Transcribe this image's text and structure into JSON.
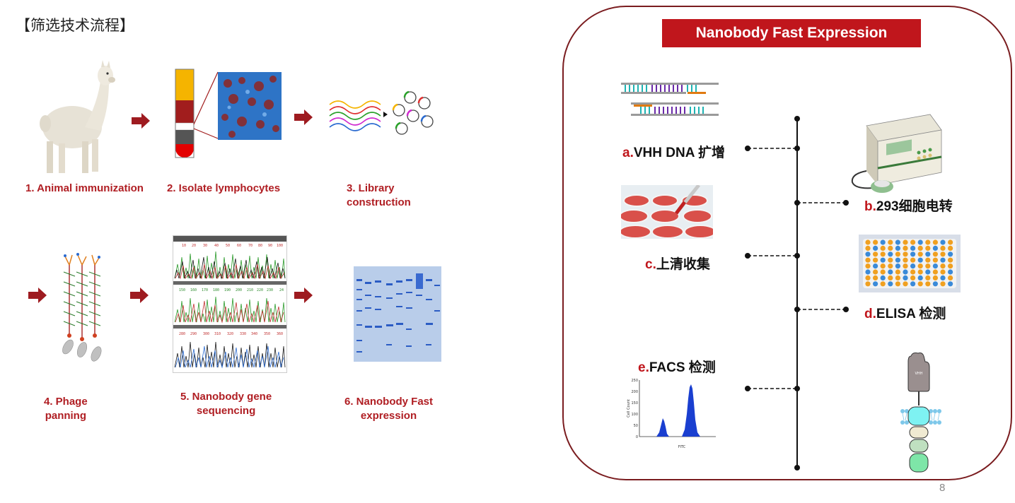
{
  "page_title": "【筛选技术流程】",
  "steps": [
    {
      "label": "1. Animal immunization"
    },
    {
      "label": "2. Isolate lymphocytes"
    },
    {
      "label_line1": "3. Library",
      "label_line2": "construction"
    },
    {
      "label_line1": "4. Phage",
      "label_line2": "panning"
    },
    {
      "label_line1": "5. Nanobody gene",
      "label_line2": "sequencing"
    },
    {
      "label_line1": "6. Nanobody Fast",
      "label_line2": "expression"
    }
  ],
  "sequencing_ticks": {
    "row1": [
      "10",
      "20",
      "30",
      "40",
      "50",
      "60",
      "70",
      "80",
      "90",
      "100"
    ],
    "row2": [
      "150",
      "160",
      "170",
      "180",
      "190",
      "200",
      "210",
      "220",
      "230",
      "24"
    ],
    "row3": [
      "280",
      "290",
      "300",
      "310",
      "320",
      "330",
      "340",
      "350",
      "360"
    ]
  },
  "panel": {
    "title": "Nanobody Fast Expression",
    "items": [
      {
        "key": "a.",
        "text": "VHH DNA 扩增"
      },
      {
        "key": "b.",
        "text": "293细胞电转"
      },
      {
        "key": "c.",
        "text": "上清收集"
      },
      {
        "key": "d.",
        "text": "ELISA 检测"
      },
      {
        "key": "e.",
        "text": "FACS 检测"
      }
    ],
    "facs_axis": {
      "ylabel": "Cell Count",
      "xlabel": "FITC",
      "yticks": [
        "250",
        "200",
        "150",
        "100",
        "50",
        "0"
      ]
    },
    "vhh_label": "VHH"
  },
  "page_number": "8",
  "colors": {
    "accent": "#c0161c",
    "arrow": "#9e1b20",
    "panel_border": "#7a1c1f"
  }
}
